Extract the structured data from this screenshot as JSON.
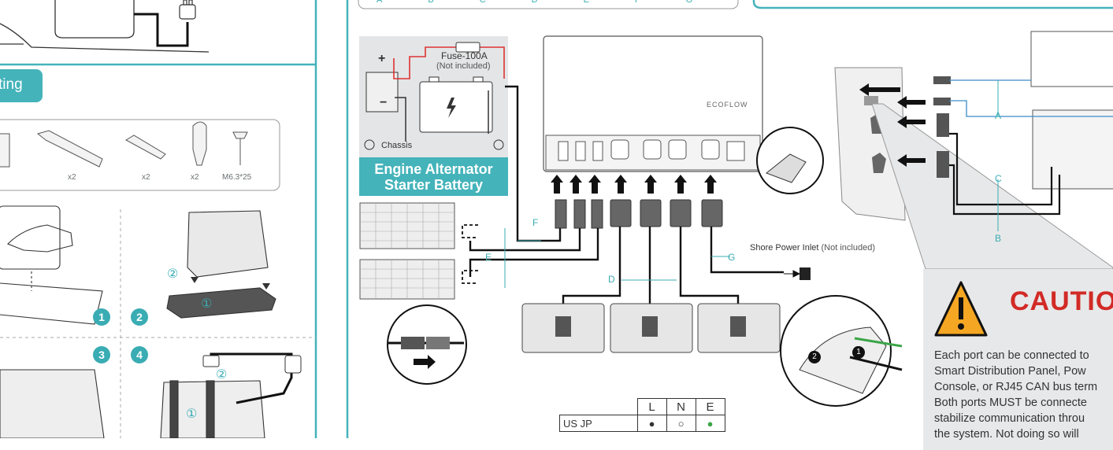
{
  "left_section": {
    "header": "ting",
    "parts_qty": [
      "x2",
      "x2",
      "x2",
      "M6.3*25"
    ],
    "steps": [
      "1",
      "2",
      "3",
      "4"
    ],
    "sub_steps": [
      "②",
      "①",
      "②",
      "①"
    ]
  },
  "top_row_letters": [
    "A",
    "B",
    "C",
    "D",
    "E",
    "F",
    "G"
  ],
  "battery_box": {
    "fuse_label": "Fuse-100A",
    "fuse_note": "(Not included)",
    "chassis": "Chassis",
    "title_line1": "Engine Alternator",
    "title_line2": "Starter Battery",
    "plus": "+",
    "minus": "−"
  },
  "brand": "ECOFLOW",
  "wire_labels": {
    "A": "A",
    "B": "B",
    "C": "C",
    "D": "D",
    "E": "E",
    "F": "F",
    "G": "G"
  },
  "shore_power": {
    "label": "Shore Power Inlet",
    "note": "(Not included)"
  },
  "callout_numbers": [
    "2",
    "1"
  ],
  "lne_table": {
    "headers": [
      "L",
      "N",
      "E"
    ],
    "rows": [
      {
        "label": "US JP",
        "L": "●",
        "N": "○",
        "E": "●"
      }
    ]
  },
  "caution": {
    "title": "CAUTIO",
    "lines": [
      "Each port can be connected to",
      "Smart Distribution Panel, Pow",
      "Console, or RJ45 CAN bus term",
      "Both ports MUST be connecte",
      "stabilize communication throu",
      "the system. Not doing so will"
    ]
  },
  "colors": {
    "teal": "#44b3ba",
    "caution_red": "#d22a26",
    "caution_yellow": "#f5a623",
    "earth_green": "#3aa547"
  }
}
